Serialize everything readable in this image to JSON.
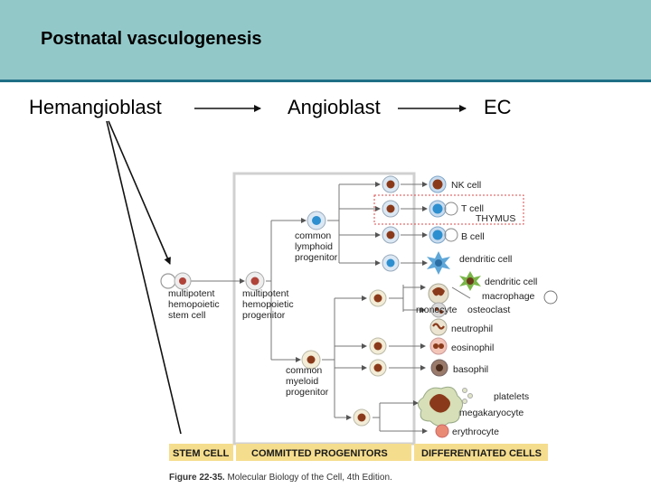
{
  "header": {
    "title": "Postnatal vasculogenesis"
  },
  "flow": {
    "step1": "Hemangioblast",
    "step2": "Angioblast",
    "step3": "EC"
  },
  "figure": {
    "stem_label": [
      "multipotent",
      "hemopoietic",
      "stem cell"
    ],
    "mpp_label": [
      "multipotent",
      "hemopoietic",
      "progenitor"
    ],
    "clp_label": [
      "common",
      "lymphoid",
      "progenitor"
    ],
    "cmp_label": [
      "common",
      "myeloid",
      "progenitor"
    ],
    "cells": {
      "nk": "NK cell",
      "t": "T cell",
      "thymus": "THYMUS",
      "b": "B cell",
      "dc1": "dendritic cell",
      "dc2": "dendritic cell",
      "macrophage": "macrophage",
      "monocyte": "monocyte",
      "osteoclast": "osteoclast",
      "neutrophil": "neutrophil",
      "eosinophil": "eosinophil",
      "basophil": "basophil",
      "platelets": "platelets",
      "megakaryocyte": "megakaryocyte",
      "erythrocyte": "erythrocyte"
    },
    "bands": {
      "stem": "STEM CELL",
      "committed": "COMMITTED PROGENITORS",
      "differentiated": "DIFFERENTIATED CELLS"
    },
    "caption_bold": "Figure 22-35.",
    "caption_rest": " Molecular Biology of the Cell, 4th Edition."
  },
  "colors": {
    "header_bg": "#93c8c9",
    "header_rule": "#1f6f86",
    "lymphoid_nucleus": "#2d8fcf",
    "myeloid_nucleus": "#8a3a1a",
    "band_bg": "#f5dd8e",
    "thymus_box": "#d94b4b"
  }
}
